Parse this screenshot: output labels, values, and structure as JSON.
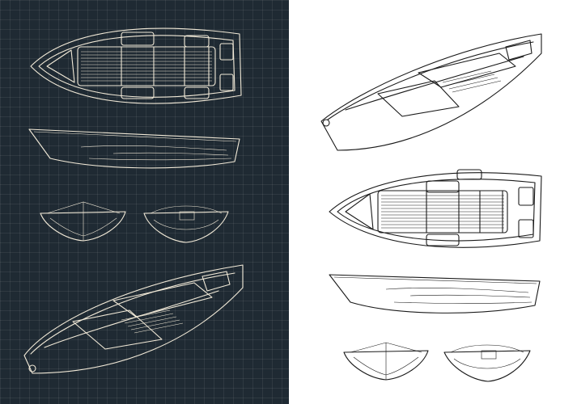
{
  "scene": {
    "panels": [
      "dark-blueprint",
      "white-line-art"
    ],
    "colors": {
      "dark_background": "#1f2a33",
      "dark_line": "#f2ead8",
      "light_background": "#ffffff",
      "light_line": "#1a1a1a"
    },
    "drawing_subject": "rowing boat",
    "views_per_panel": [
      "top-view",
      "side-view",
      "front-view",
      "rear-view",
      "perspective-view"
    ]
  }
}
